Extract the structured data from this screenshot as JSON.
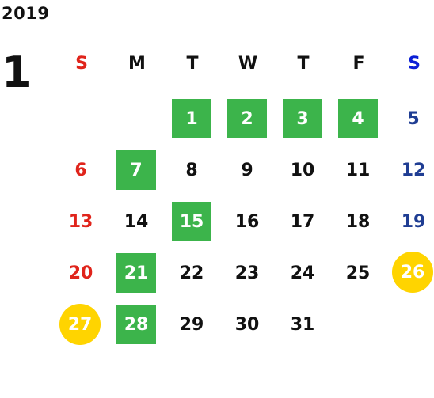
{
  "calendar": {
    "year": "2019",
    "month": "1",
    "weekdays": [
      "S",
      "M",
      "T",
      "W",
      "T",
      "F",
      "S"
    ],
    "days": [
      {
        "label": "1",
        "style": "green"
      },
      {
        "label": "2",
        "style": "green"
      },
      {
        "label": "3",
        "style": "green"
      },
      {
        "label": "4",
        "style": "green"
      },
      {
        "label": "5",
        "style": "blue"
      },
      {
        "label": "6",
        "style": "red"
      },
      {
        "label": "7",
        "style": "green"
      },
      {
        "label": "8",
        "style": "plain"
      },
      {
        "label": "9",
        "style": "plain"
      },
      {
        "label": "10",
        "style": "plain"
      },
      {
        "label": "11",
        "style": "plain"
      },
      {
        "label": "12",
        "style": "blue"
      },
      {
        "label": "13",
        "style": "red"
      },
      {
        "label": "14",
        "style": "plain"
      },
      {
        "label": "15",
        "style": "green"
      },
      {
        "label": "16",
        "style": "plain"
      },
      {
        "label": "17",
        "style": "plain"
      },
      {
        "label": "18",
        "style": "plain"
      },
      {
        "label": "19",
        "style": "blue"
      },
      {
        "label": "20",
        "style": "red"
      },
      {
        "label": "21",
        "style": "green"
      },
      {
        "label": "22",
        "style": "plain"
      },
      {
        "label": "23",
        "style": "plain"
      },
      {
        "label": "24",
        "style": "plain"
      },
      {
        "label": "25",
        "style": "plain"
      },
      {
        "label": "26",
        "style": "gold-circle"
      },
      {
        "label": "27",
        "style": "gold-circle"
      },
      {
        "label": "28",
        "style": "green"
      },
      {
        "label": "29",
        "style": "plain"
      },
      {
        "label": "30",
        "style": "plain"
      },
      {
        "label": "31",
        "style": "plain"
      }
    ]
  },
  "colors": {
    "sunday": "#e0241b",
    "saturday": "#1f3d93",
    "saturday_header": "#0b1fd6",
    "highlight_green": "#3cb44b",
    "highlight_gold": "#ffd400",
    "text": "#111111"
  }
}
